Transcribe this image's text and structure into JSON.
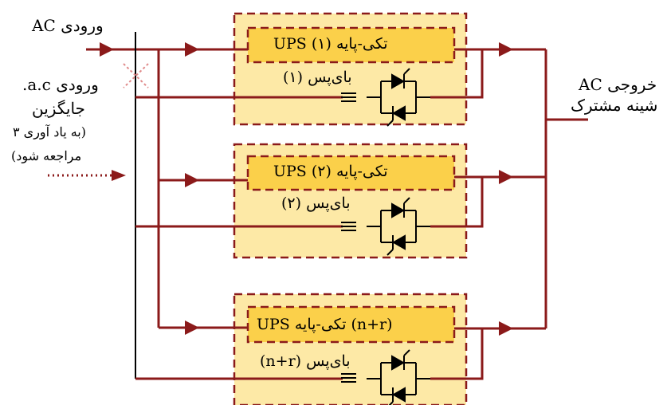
{
  "inputs": {
    "ac_input": "ورودی  AC",
    "alt_input_line1": "ورودی a.c.",
    "alt_input_line2": "جایگزین",
    "alt_input_line3": "(به یاد آوری ۳",
    "alt_input_line4": "مراجعه شود)"
  },
  "output": {
    "line1": "خروجی AC",
    "line2": "شینه مشترک"
  },
  "modules": [
    {
      "ups_label": "UPS تکی-پایه (۱)",
      "bypass_label": "بای‌پس (۱)"
    },
    {
      "ups_label": "UPS تکی-پایه (۲)",
      "bypass_label": "بای‌پس (۲)"
    },
    {
      "ups_label": "UPS تکی-پایه (n+r)",
      "bypass_label": "بای‌پس (n+r)"
    }
  ],
  "colors": {
    "line": "#8b1a1a",
    "module_fill": "#fde9a6",
    "ups_fill": "#fbd04a",
    "dashed_border": "#8b1a1a",
    "switch_mark": "#e08a8a"
  }
}
